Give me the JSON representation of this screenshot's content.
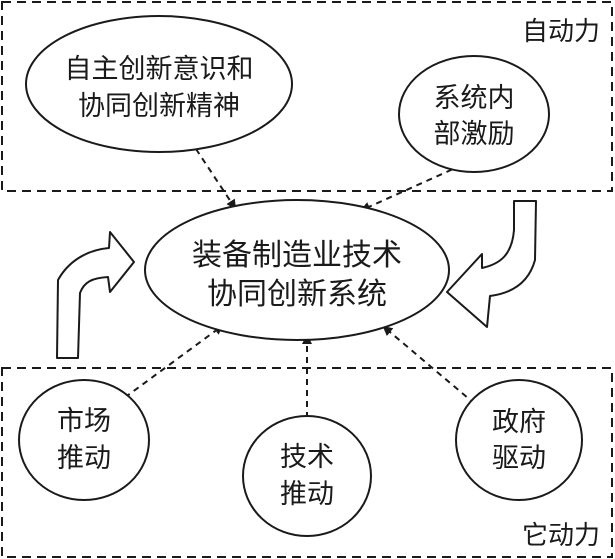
{
  "regions": {
    "top_label": "自动力",
    "bottom_label": "它动力"
  },
  "nodes": {
    "center": {
      "line1": "装备制造业技术",
      "line2": "协同创新系统"
    },
    "spirit": {
      "line1": "自主创新意识和",
      "line2": "协同创新精神"
    },
    "incentive": {
      "line1": "系统内",
      "line2": "部激励"
    },
    "market": {
      "line1": "市场",
      "line2": "推动"
    },
    "tech": {
      "line1": "技术",
      "line2": "推动"
    },
    "gov": {
      "line1": "政府",
      "line2": "驱动"
    }
  },
  "colors": {
    "stroke": "#1a1a1a",
    "background": "#ffffff"
  }
}
